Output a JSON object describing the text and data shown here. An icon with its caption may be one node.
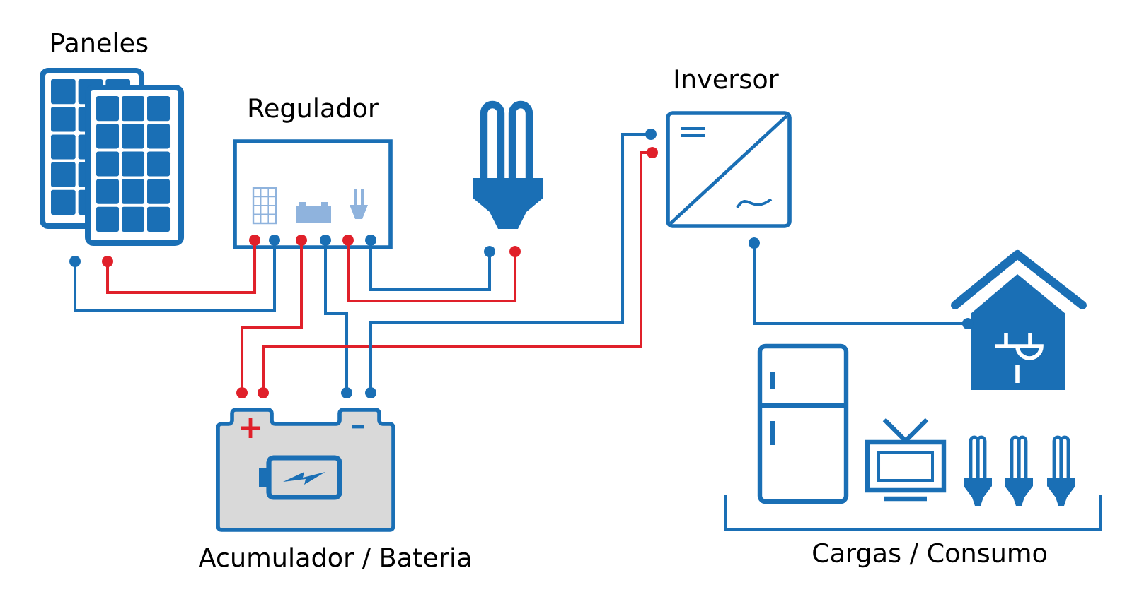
{
  "diagram": {
    "nodes": [
      {
        "text": [
          "Paneles"
        ]
      },
      {
        "text": [
          "Regulador"
        ]
      },
      {
        "text": [],
        "shape": "picture"
      },
      {
        "text": [
          "Inversor"
        ]
      },
      {
        "text": [
          "Acumulador / Bateria"
        ]
      },
      {
        "text": [],
        "shape": "picture"
      },
      {
        "text": [
          "Cargas / Consumo"
        ]
      }
    ],
    "edges": [
      {
        "from": 0,
        "to": 1,
        "arrow": "other"
      },
      {
        "from": 0,
        "to": 1,
        "arrow": "other",
        "color": "#e0202a"
      },
      {
        "from": 1,
        "to": 4,
        "arrow": "other",
        "color": "#e0202a"
      },
      {
        "from": 1,
        "to": 4,
        "arrow": "other"
      },
      {
        "from": 1,
        "to": 2,
        "arrow": "other",
        "color": "#e0202a"
      },
      {
        "from": 1,
        "to": 2,
        "arrow": "other"
      },
      {
        "from": 4,
        "to": 3,
        "arrow": "other",
        "color": "#e0202a"
      },
      {
        "from": 4,
        "to": 3,
        "arrow": "other"
      },
      {
        "from": 3,
        "to": 5,
        "arrow": "other"
      }
    ]
  }
}
